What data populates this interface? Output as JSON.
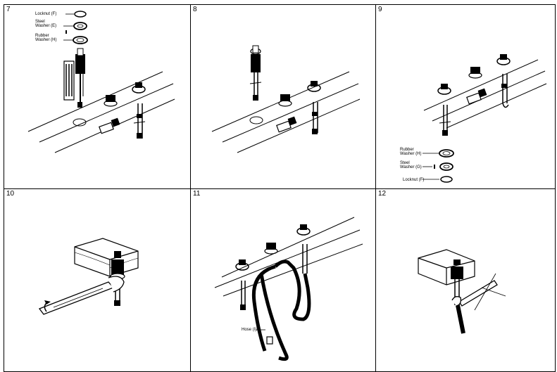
{
  "steps": [
    {
      "number": "7"
    },
    {
      "number": "8"
    },
    {
      "number": "9"
    },
    {
      "number": "10"
    },
    {
      "number": "11"
    },
    {
      "number": "12"
    }
  ],
  "callouts": {
    "p7_locknut": "Locknut (F)",
    "p7_steel_a": "Steel",
    "p7_steel_b": "Washer (E)",
    "p7_rubber_a": "Rubber",
    "p7_rubber_b": "Washer (H)",
    "p9_rubber_a": "Rubber",
    "p9_rubber_b": "Washer (H)",
    "p9_steel_a": "Steel",
    "p9_steel_b": "Washer (G)",
    "p9_locknut": "Locknut (F)",
    "p11_hose": "Hose (I)"
  }
}
